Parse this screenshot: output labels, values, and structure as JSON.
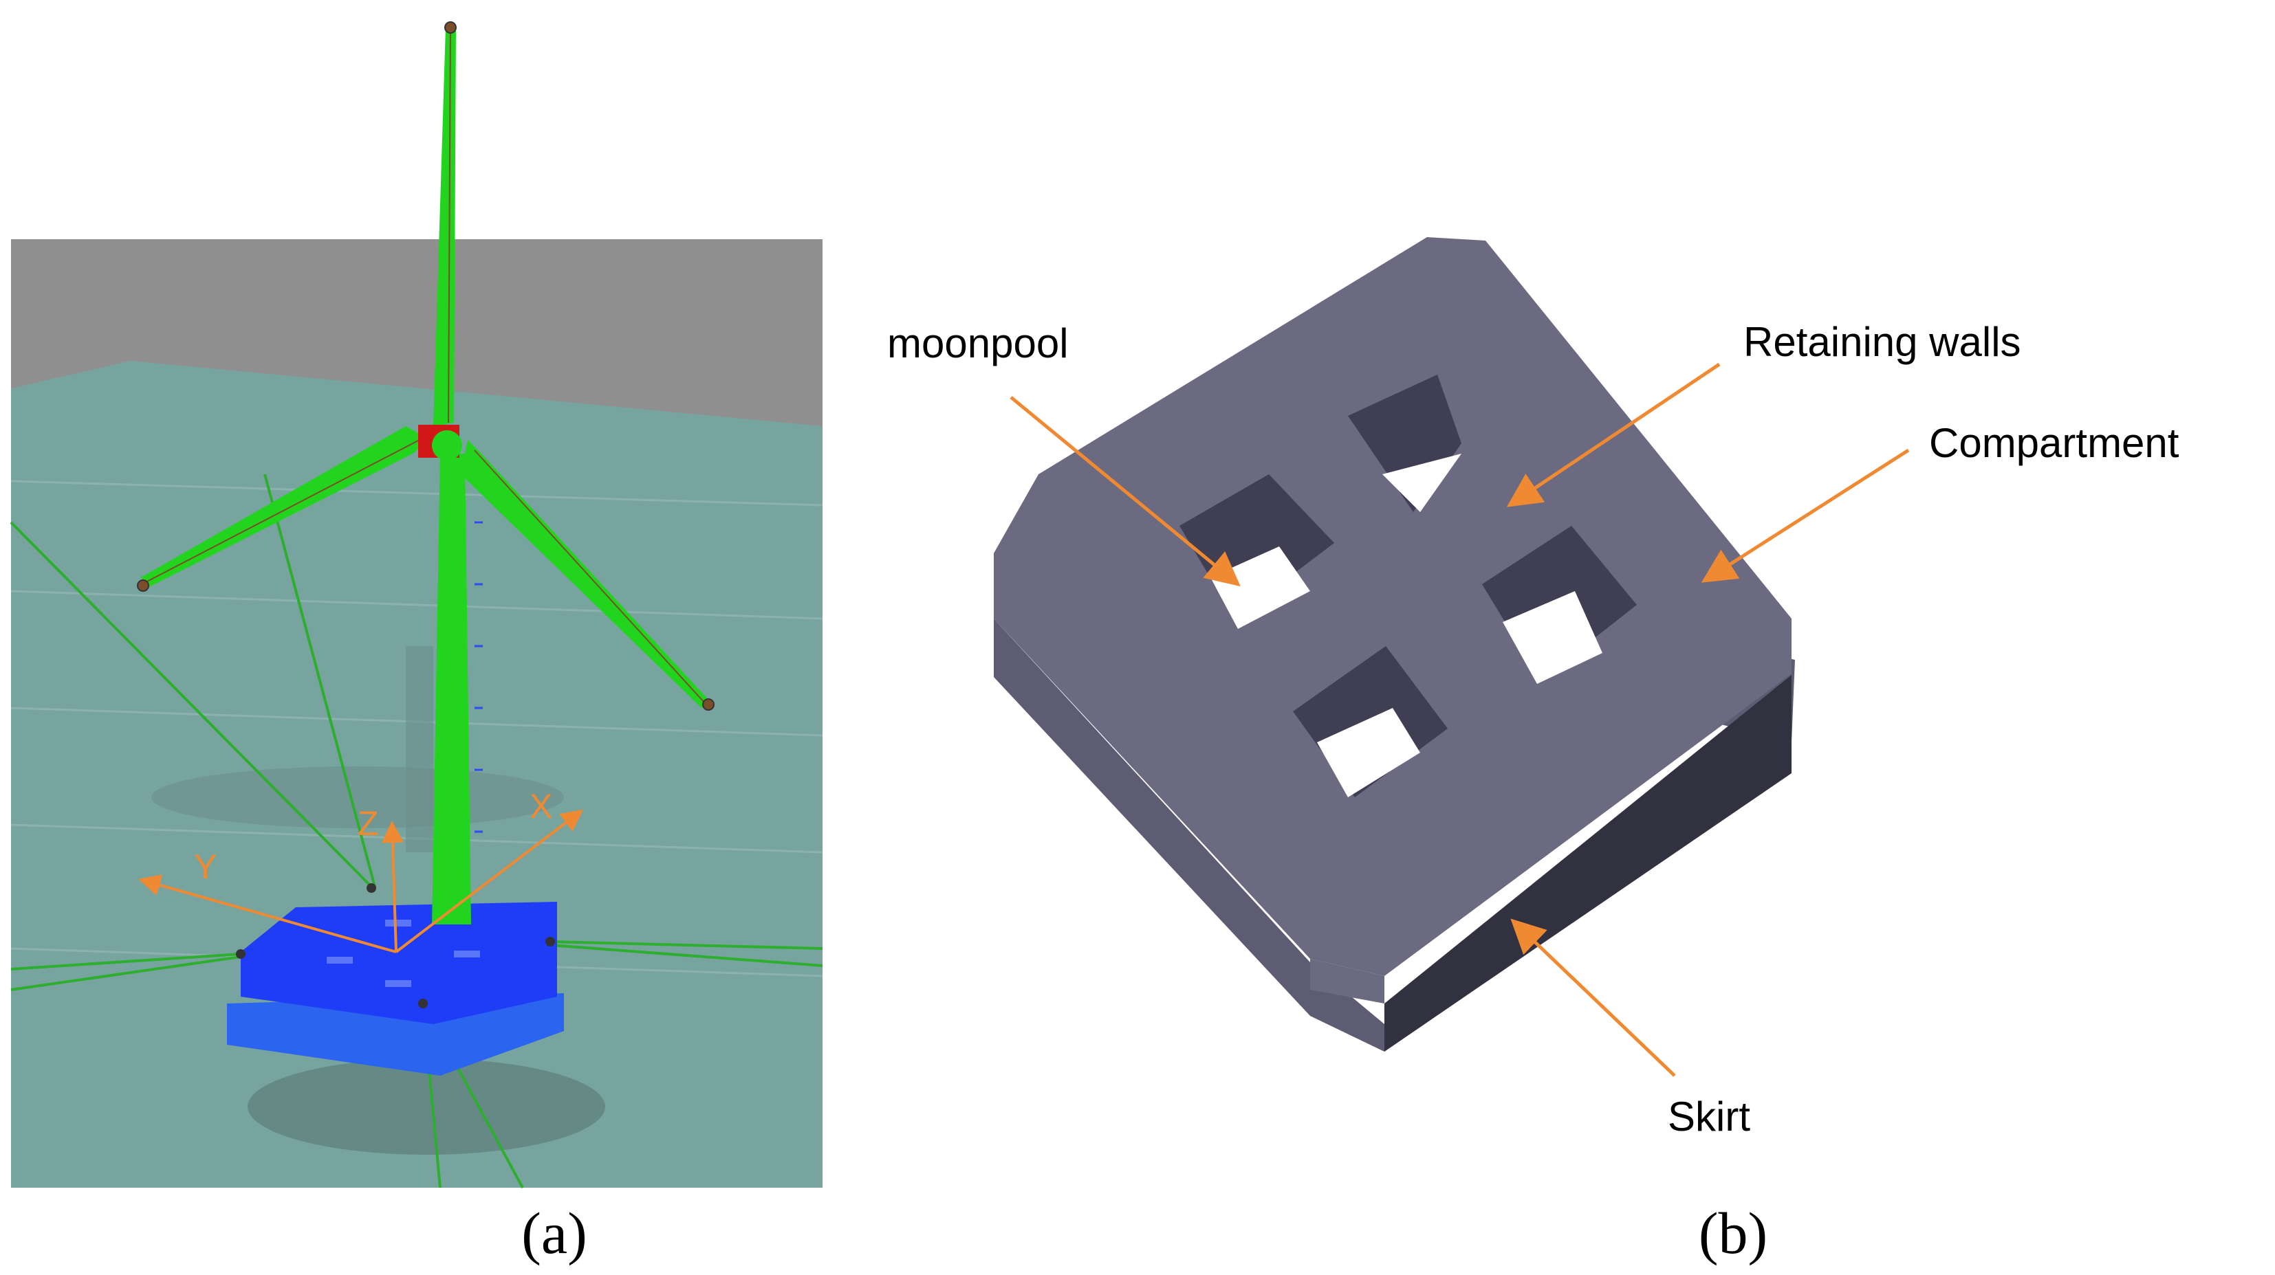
{
  "panel_a": {
    "caption": "(a)",
    "axes": {
      "x": "X",
      "y": "Y",
      "z": "Z"
    },
    "colors": {
      "sky": "#8f8f8f",
      "water": "#78a4a0",
      "turbine": "#22d41e",
      "nacelle": "#d01818",
      "base": "#1f3cf6",
      "base_skirt": "#2a64ef",
      "axis": "#f08a32",
      "mooring": "#2eae2e"
    }
  },
  "panel_b": {
    "caption": "(b)",
    "labels": {
      "moonpool": "moonpool",
      "retaining_walls": "Retaining walls",
      "compartment": "Compartment",
      "skirt": "Skirt"
    },
    "colors": {
      "top": "#6b6a80",
      "side_left": "#5d5c72",
      "side_front": "#313140",
      "hole_wall": "#3f3e52",
      "arrow": "#f08a32"
    }
  }
}
